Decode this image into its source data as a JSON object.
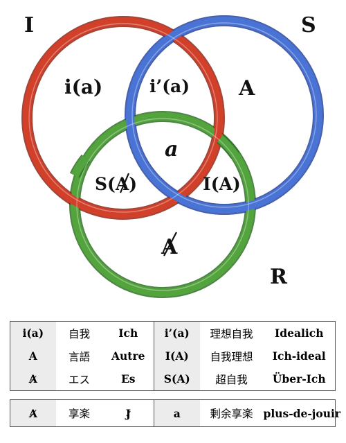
{
  "diagram": {
    "corners": {
      "imaginary": "I",
      "symbolic": "S",
      "real": "R"
    },
    "regions": {
      "imaginary_only": "i(a)",
      "imaginary_symbolic": "i’(a)",
      "symbolic_only": "A",
      "center": "a",
      "imaginary_real": "S(A)",
      "symbolic_real": "I(A)",
      "real_only": "A"
    },
    "ring_colors": {
      "imaginary": "#d2402a",
      "symbolic": "#4a73d4",
      "real": "#52a43e"
    }
  },
  "legend": {
    "rows": [
      {
        "sym1": "i(a)",
        "jp1": "自我",
        "term1": "Ich",
        "sym2": "i’(a)",
        "jp2": "理想自我",
        "term2": "Idealich"
      },
      {
        "sym1": "A",
        "jp1": "言語",
        "term1": "Autre",
        "sym2": "I(A)",
        "jp2": "自我理想",
        "term2": "Ich-ideal"
      },
      {
        "sym1": "A",
        "jp1": "エス",
        "term1": "Es",
        "sym2": "S(A)",
        "jp2": "超自我",
        "term2": "Über-Ich"
      }
    ],
    "jouissance": {
      "sym1": "A",
      "jp1": "享楽",
      "term1": "J",
      "sym2": "a",
      "jp2": "剰余享楽",
      "term2": "plus-de-jouir"
    }
  }
}
